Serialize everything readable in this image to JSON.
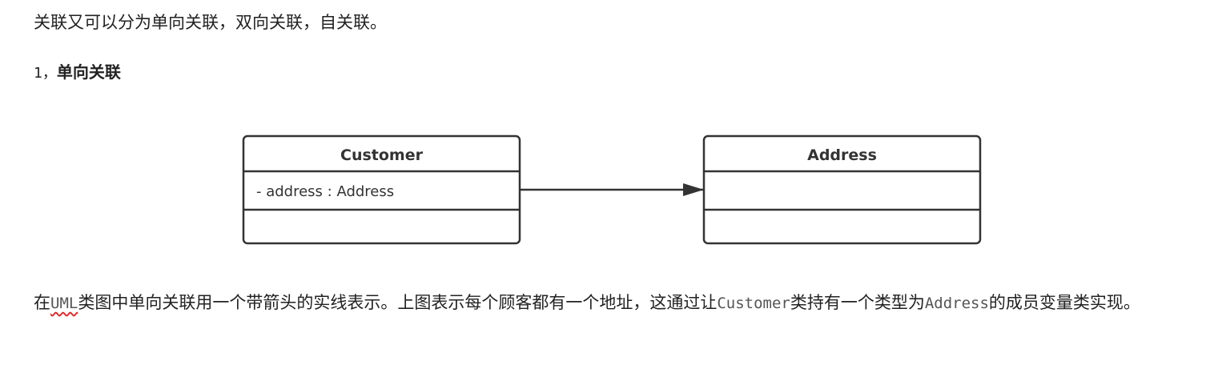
{
  "intro_text": "关联又可以分为单向关联，双向关联，自关联。",
  "section": {
    "number": "1，",
    "title": "单向关联"
  },
  "diagram": {
    "classes": [
      {
        "name": "Customer",
        "attributes": [
          "- address : Address"
        ],
        "methods": []
      },
      {
        "name": "Address",
        "attributes": [],
        "methods": []
      }
    ],
    "relation": "directed association"
  },
  "description": {
    "part1": "在",
    "uml": "UML",
    "part2": "类图中单向关联用一个带箭头的实线表示。上图表示每个顾客都有一个地址，这通过让",
    "customer": "Customer",
    "part3": "类持有一个类型为",
    "address": "Address",
    "part4": "的成员变量类实现。"
  }
}
